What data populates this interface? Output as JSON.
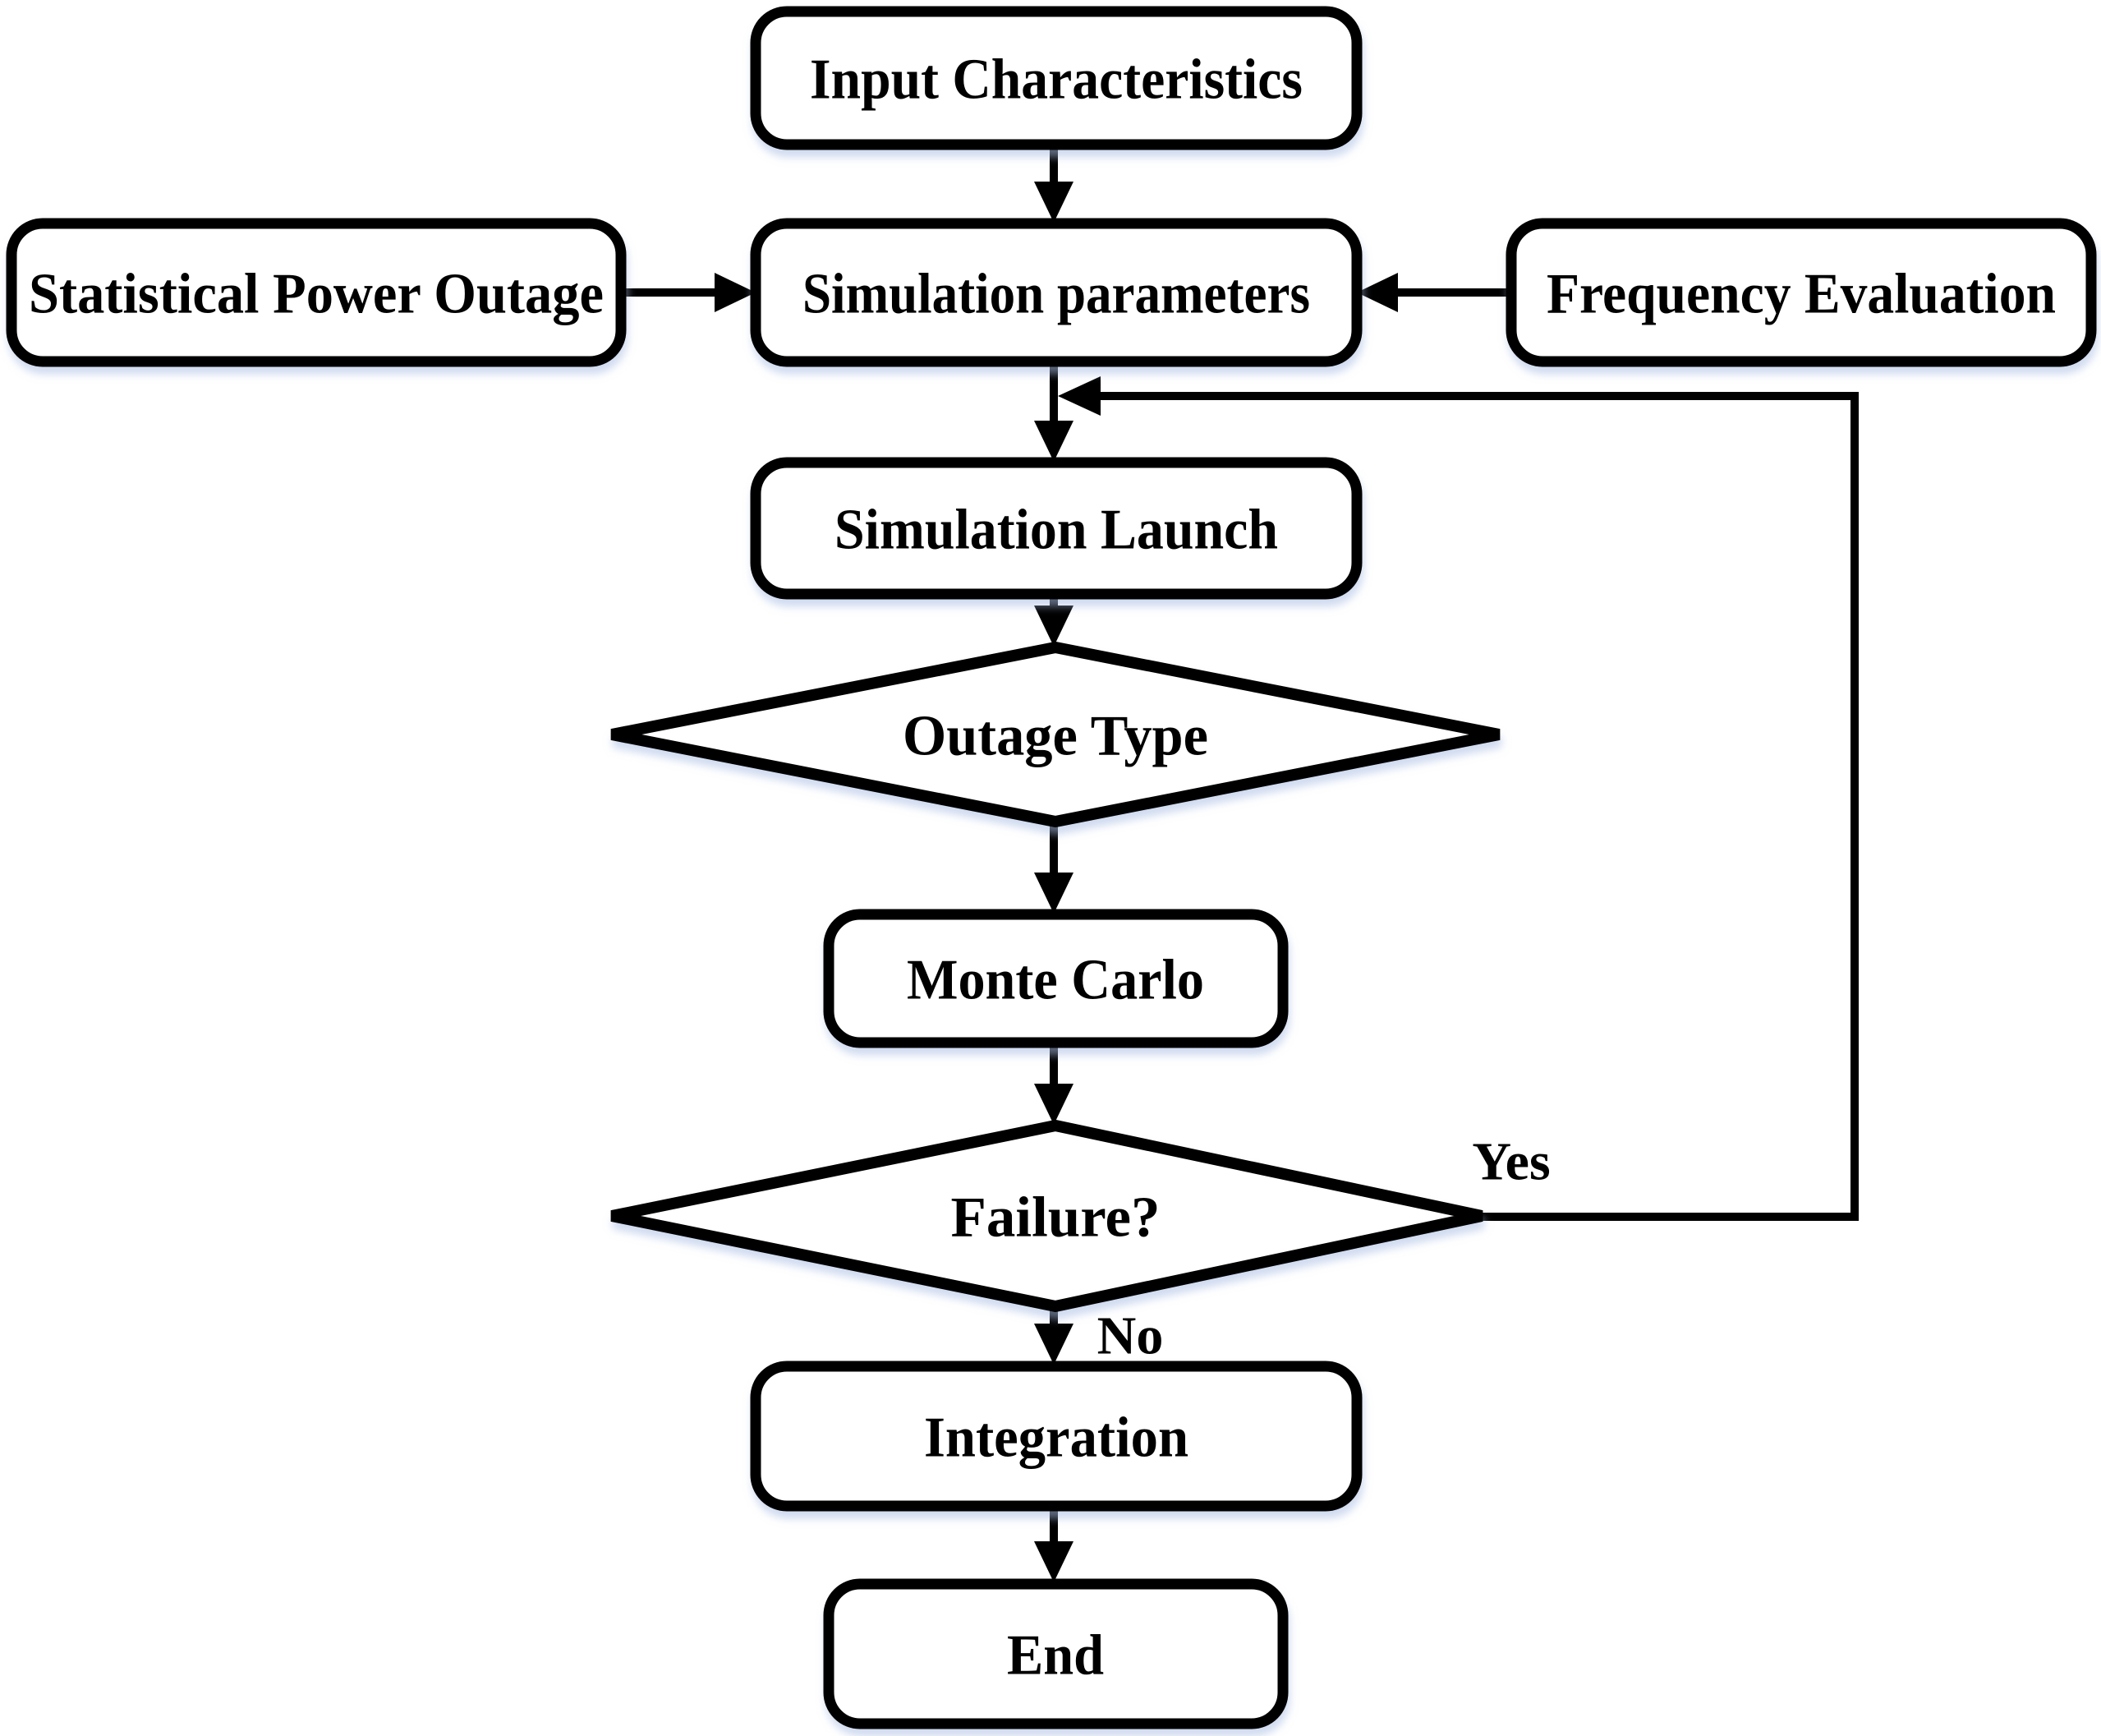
{
  "diagram": {
    "type": "flowchart",
    "title": "Monte Carlo outage simulation flowchart",
    "colors": {
      "background": "#ffffff",
      "shape_fill": "#ffffff",
      "line": "#000000",
      "text": "#000000",
      "shadow": "#aabee4"
    },
    "nodes": [
      {
        "id": "input-characteristics",
        "label": "Input Characteristics",
        "shape": "rounded-rect"
      },
      {
        "id": "statistical-power-outage",
        "label": "Statistical Power Outage",
        "shape": "rounded-rect"
      },
      {
        "id": "simulation-parameters",
        "label": "Simulation parameters",
        "shape": "rounded-rect"
      },
      {
        "id": "frequency-evaluation",
        "label": "Frequency Evaluation",
        "shape": "rounded-rect"
      },
      {
        "id": "simulation-launch",
        "label": "Simulation Launch",
        "shape": "rounded-rect"
      },
      {
        "id": "outage-type",
        "label": "Outage Type",
        "shape": "diamond"
      },
      {
        "id": "monte-carlo",
        "label": "Monte Carlo",
        "shape": "rounded-rect"
      },
      {
        "id": "failure",
        "label": "Failure?",
        "shape": "diamond"
      },
      {
        "id": "integration",
        "label": "Integration",
        "shape": "rounded-rect"
      },
      {
        "id": "end",
        "label": "End",
        "shape": "rounded-rect"
      }
    ],
    "edges": [
      {
        "from": "input-characteristics",
        "to": "simulation-parameters",
        "label": ""
      },
      {
        "from": "statistical-power-outage",
        "to": "simulation-parameters",
        "label": ""
      },
      {
        "from": "frequency-evaluation",
        "to": "simulation-parameters",
        "label": ""
      },
      {
        "from": "simulation-parameters",
        "to": "simulation-launch",
        "label": ""
      },
      {
        "from": "simulation-launch",
        "to": "outage-type",
        "label": ""
      },
      {
        "from": "outage-type",
        "to": "monte-carlo",
        "label": ""
      },
      {
        "from": "monte-carlo",
        "to": "failure",
        "label": ""
      },
      {
        "from": "failure",
        "to": "simulation-launch",
        "label": "Yes",
        "kind": "loop-back"
      },
      {
        "from": "failure",
        "to": "integration",
        "label": "No"
      },
      {
        "from": "integration",
        "to": "end",
        "label": ""
      }
    ],
    "edge_labels": {
      "yes": "Yes",
      "no": "No"
    }
  }
}
